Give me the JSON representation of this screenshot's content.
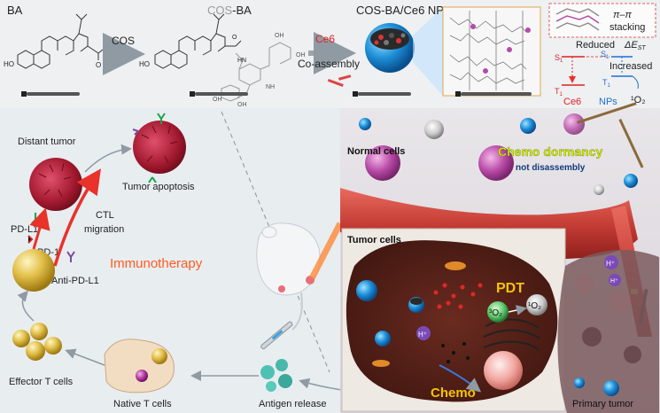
{
  "top": {
    "ba_label": "BA",
    "cos_arrow_label": "COS",
    "cos_ba_prefix": "COS",
    "cos_ba_suffix": "-BA",
    "ce6_arrow_label": "Ce6",
    "coassembly_label": "Co-assembly",
    "nps_label": "COS-BA/Ce6 NPs",
    "stacking_label": "π–π",
    "stacking_word": "stacking",
    "reduced_label": "Reduced",
    "delta_label": "ΔE",
    "delta_sub": "ST",
    "increased_label": "Increased",
    "s1_left": "S",
    "t1_left": "T",
    "s1_right": "S",
    "t1_right": "T",
    "state_sub": "1",
    "ce6_state": "Ce6",
    "nps_state": "NPs",
    "oxygen_label": "¹O₂"
  },
  "left": {
    "distant_tumor": "Distant tumor",
    "tumor_apoptosis": "Tumor apoptosis",
    "pdl1": "PD-L1",
    "pd1": "PD-1",
    "ctl": "CTL",
    "migration": "migration",
    "anti_pdl1": "Anti-PD-L1",
    "immunotherapy": "Immunotherapy",
    "effector_t": "Effector T cells",
    "native_t": "Native T cells",
    "antigen_release": "Antigen release"
  },
  "right": {
    "normal_cells": "Normal cells",
    "chemo_dormancy": "Chemo dormancy",
    "not_disassembly": "not disassembly",
    "tumor_cells": "Tumor cells",
    "pdt": "PDT",
    "o2_label": "³O₂",
    "singlet_o2": "¹O₂",
    "chemo": "Chemo",
    "primary_tumor": "Primary tumor",
    "h_plus": "H⁺"
  },
  "colors": {
    "top_panel": "#eef0f2",
    "left_panel": "#e8edf0",
    "tissue": "#4a1e16",
    "vessel": "#c9463e",
    "immunotherapy": "#ff5a1f",
    "pdt": "#f5c400",
    "chemo_dormancy": "#d4f000",
    "cos_gray": "#9a9a9a",
    "ce6_red": "#e02020",
    "nps_blue": "#1f6fd1"
  }
}
